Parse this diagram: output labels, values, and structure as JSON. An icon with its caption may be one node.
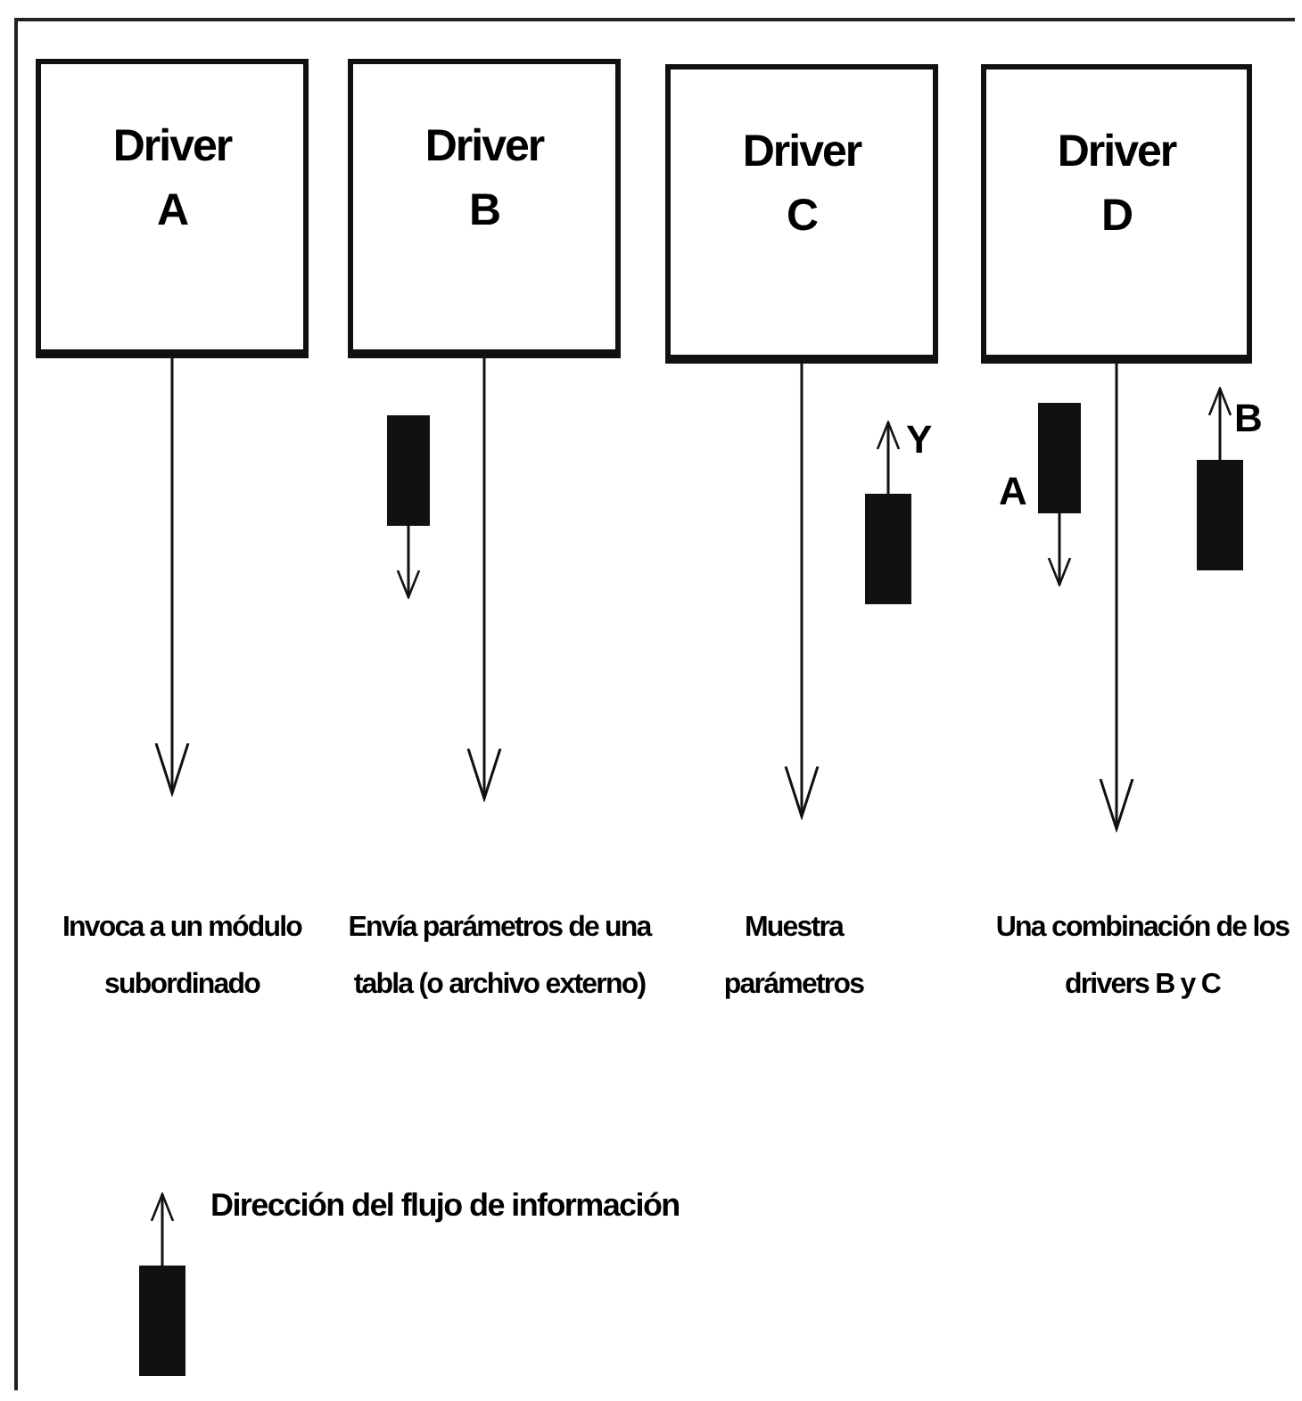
{
  "diagram": {
    "nodes": [
      {
        "text": [
          "Driver A"
        ]
      },
      {
        "text": [
          "Driver B"
        ]
      },
      {
        "text": [
          "Driver C"
        ]
      },
      {
        "text": [
          "Driver D"
        ]
      }
    ],
    "edges": [
      {
        "from": 0,
        "to": null,
        "arrow": "to"
      },
      {
        "from": 1,
        "to": null,
        "arrow": "to"
      },
      {
        "from": 2,
        "to": null,
        "arrow": "to"
      },
      {
        "from": 3,
        "to": null,
        "arrow": "to"
      }
    ],
    "labels": [
      "Y",
      "A",
      "B",
      "Invoca a un módulo subordinado",
      "Envía parámetros de una tabla (o archivo externo)",
      "Muestra parámetros",
      "Una combinación de los drivers B y C"
    ],
    "legend": [
      {
        "text": "Dirección del flujo de información"
      }
    ]
  }
}
